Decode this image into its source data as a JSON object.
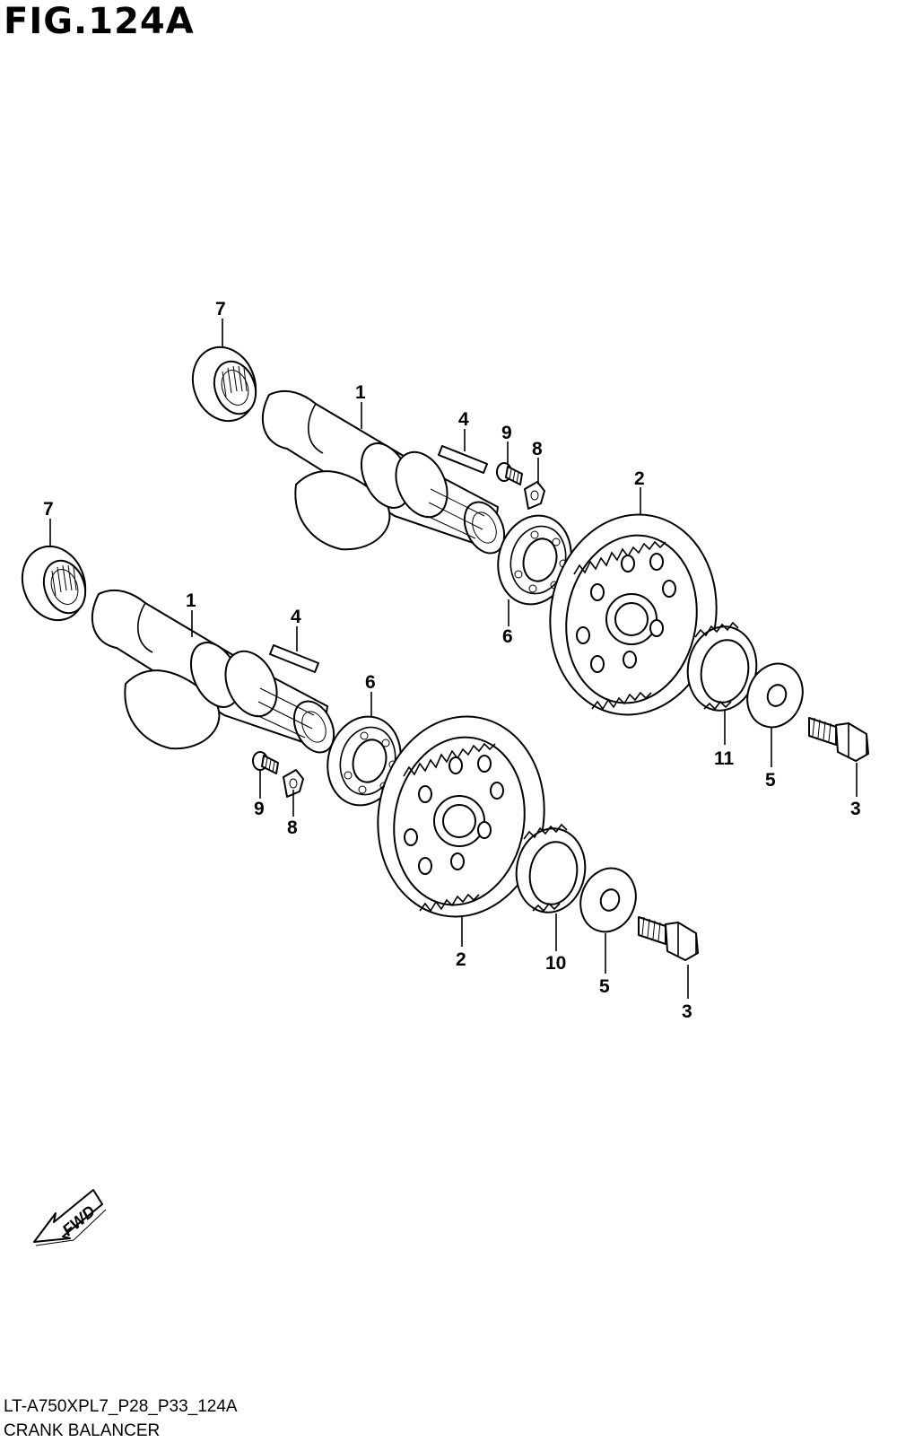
{
  "figure": {
    "title": "FIG.124A",
    "code": "LT-A750XPL7_P28_P33_124A",
    "name": "CRANK BALANCER"
  },
  "fwd_label": "FWD",
  "callouts": [
    "7",
    "1",
    "4",
    "9",
    "8",
    "2",
    "6",
    "7",
    "1",
    "4",
    "6",
    "11",
    "5",
    "3",
    "9",
    "8",
    "2",
    "10",
    "5",
    "3"
  ]
}
